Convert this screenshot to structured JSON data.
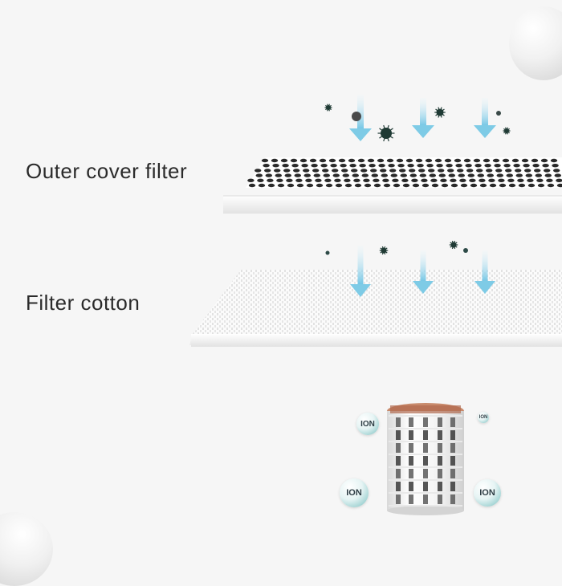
{
  "labels": {
    "outer": "Outer cover filter",
    "cotton": "Filter cotton"
  },
  "ion_badges": [
    "ION",
    "ION",
    "ION",
    "ION"
  ],
  "colors": {
    "background": "#f6f6f6",
    "arrow": "#7ecbe6",
    "particle": "#1f3a34",
    "ion_badge": "#9fd2d2",
    "copper": "#b06a4e"
  }
}
